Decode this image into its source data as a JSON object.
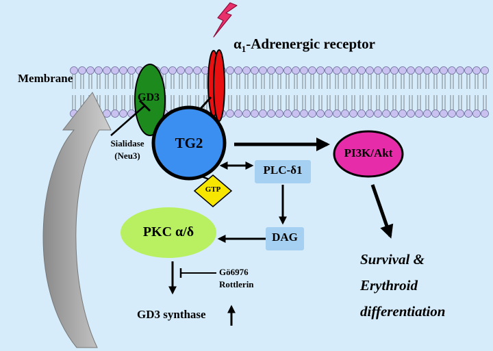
{
  "labels": {
    "receptor_prefix": "α",
    "receptor_subscript": "1",
    "receptor_rest": "-Adrenergic receptor",
    "membrane": "Membrane",
    "gd3": "GD3",
    "sialidase_line1": "Sialidase",
    "sialidase_line2": "(Neu3)",
    "tg2": "TG2",
    "gtp": "GTP",
    "pi3k": "PI3K/Akt",
    "plc": "PLC-δ1",
    "dag": "DAG",
    "pkc": "PKC α/δ",
    "inhibitor1": "Gö6976",
    "inhibitor2": "Rottlerin",
    "gd3_synthase": "GD3 synthase",
    "outcome_line1": "Survival &",
    "outcome_line2": "Erythroid",
    "outcome_line3": "differentiation"
  },
  "colors": {
    "background": "#d6ecfa",
    "lipid_head": "#c9c2f0",
    "gd3": "#1c8a1c",
    "receptor": "#e81010",
    "lightning": "#e8306a",
    "tg2": "#3a8ff0",
    "gtp": "#f7e600",
    "pi3k": "#e62ca8",
    "plc": "#a6d0f2",
    "dag": "#a6d0f2",
    "pkc": "#b8f062",
    "arrow_gray": "#a6a6a6"
  },
  "icons": {
    "lightning": "lightning-bolt-icon"
  }
}
